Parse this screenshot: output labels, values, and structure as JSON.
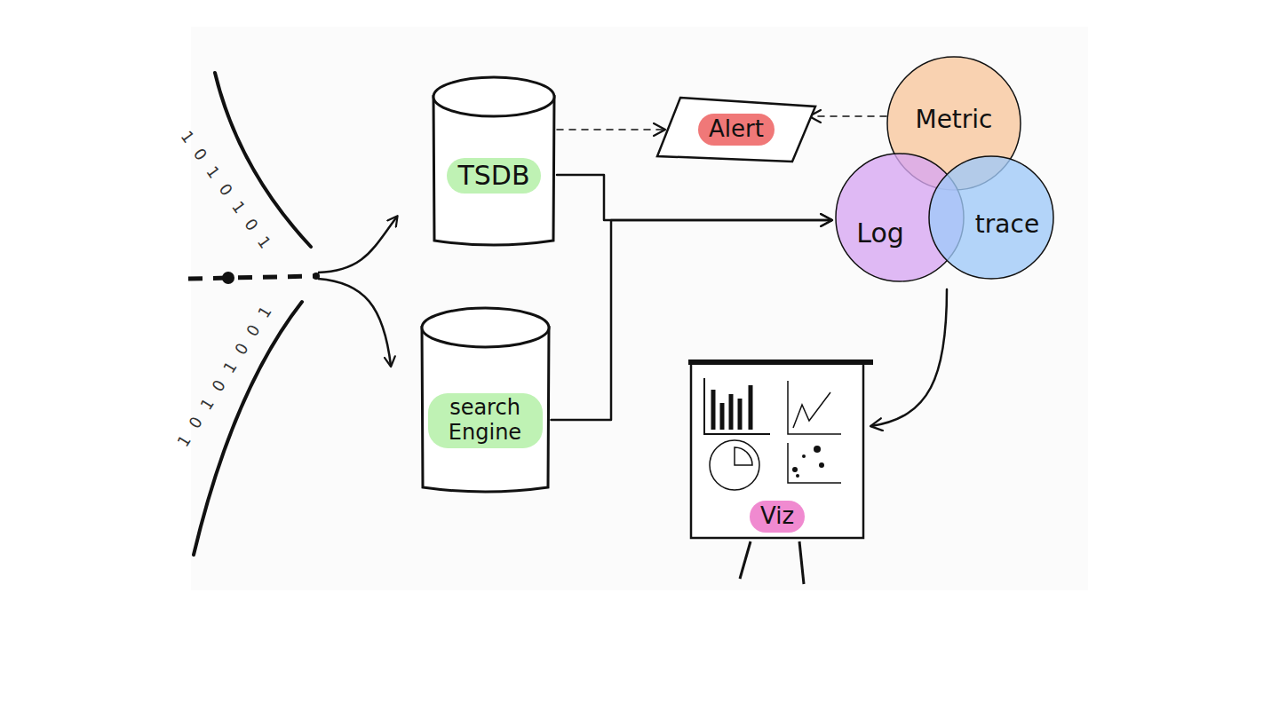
{
  "diagram": {
    "nodes": [
      {
        "text": [
          "TSDB"
        ]
      },
      {
        "text": [
          "search Engine"
        ]
      },
      {
        "text": [
          "Alert"
        ]
      },
      {
        "text": [
          "Metric"
        ]
      },
      {
        "text": [
          "Log"
        ]
      },
      {
        "text": [
          "trace"
        ]
      },
      {
        "text": [
          "Viz"
        ]
      }
    ],
    "edges": [
      {
        "from": 0,
        "to": 2,
        "arrow": "to"
      },
      {
        "from": 3,
        "to": 2,
        "arrow": "to"
      },
      {
        "from": 0,
        "to": 4,
        "arrow": "to"
      },
      {
        "from": 1,
        "to": 4,
        "arrow": "to"
      },
      {
        "from": 4,
        "to": 6,
        "arrow": "to"
      }
    ],
    "labels": [
      "1010101",
      "10101001"
    ]
  }
}
